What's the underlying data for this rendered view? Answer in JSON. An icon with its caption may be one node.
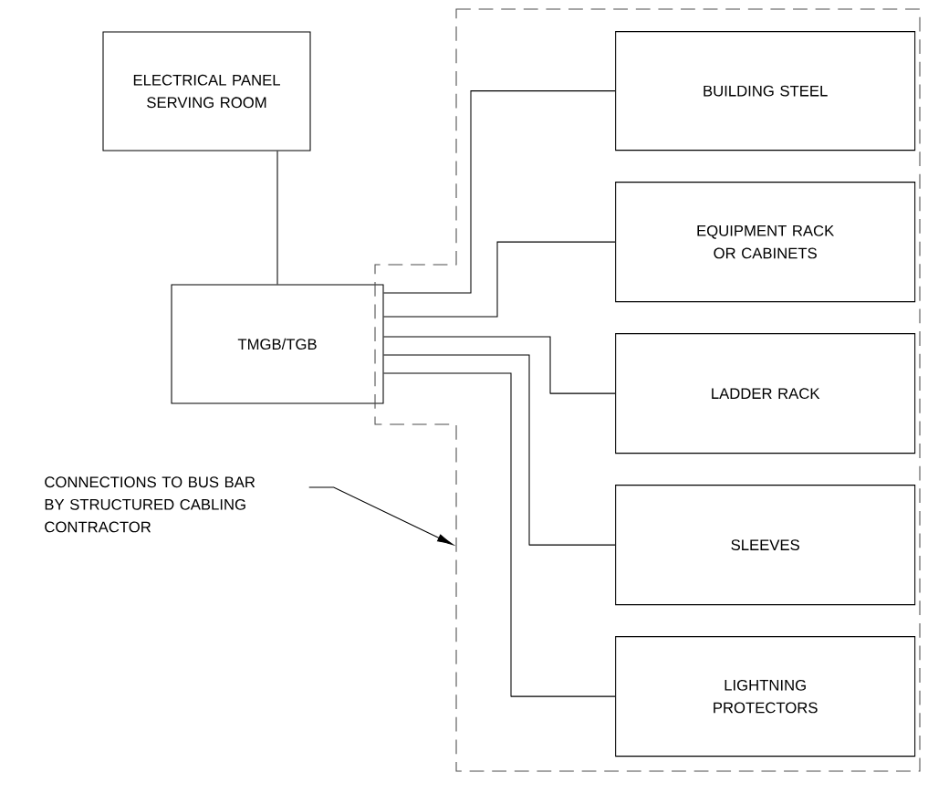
{
  "diagram": {
    "nodes": [
      {
        "text": [
          "ELECTRICAL PANEL SERVING ROOM"
        ]
      },
      {
        "text": [
          "TMGB/TGB"
        ]
      },
      {
        "text": [],
        "shape": "box"
      },
      {
        "text": [
          "BUILDING STEEL"
        ],
        "in": 2
      },
      {
        "text": [
          "EQUIPMENT RACK OR CABINETS"
        ],
        "in": 2
      },
      {
        "text": [
          "LADDER RACK"
        ],
        "in": 2
      },
      {
        "text": [
          "SLEEVES"
        ],
        "in": 2
      },
      {
        "text": [
          "LIGHTNING PROTECTORS"
        ],
        "in": 2
      },
      {
        "text": [
          "CONNECTIONS TO BUS BAR BY STRUCTURED CABLING CONTRACTOR"
        ]
      }
    ],
    "edges": [
      {
        "from": 0,
        "to": 1,
        "arrow": "none"
      },
      {
        "from": 1,
        "to": 3,
        "arrow": "none"
      },
      {
        "from": 1,
        "to": 4,
        "arrow": "none"
      },
      {
        "from": 1,
        "to": 5,
        "arrow": "none"
      },
      {
        "from": 1,
        "to": 6,
        "arrow": "none"
      },
      {
        "from": 1,
        "to": 7,
        "arrow": "none"
      },
      {
        "from": 8,
        "to": 2,
        "arrow": "to"
      }
    ]
  }
}
